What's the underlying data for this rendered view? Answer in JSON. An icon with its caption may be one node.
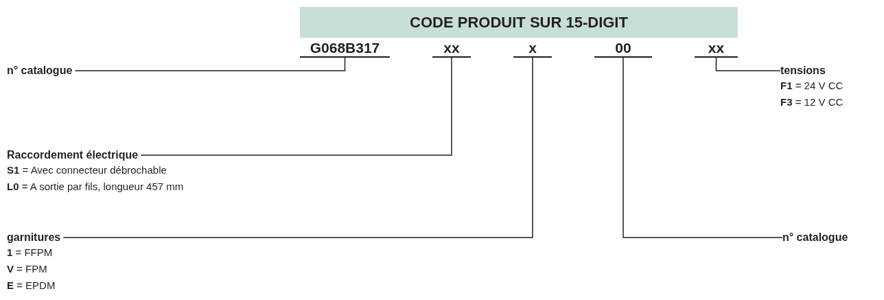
{
  "diagram": {
    "title": "CODE PRODUIT SUR 15-DIGIT",
    "nodes": [
      {
        "text": [
          "G068B317"
        ]
      },
      {
        "text": [
          "xx"
        ]
      },
      {
        "text": [
          "x"
        ]
      },
      {
        "text": [
          "00"
        ]
      },
      {
        "text": [
          "xx"
        ]
      },
      {
        "text": [
          "n° catalogue"
        ]
      },
      {
        "text": [
          "tensions",
          "**F1** = 24 V CC",
          "**F3** = 12 V CC"
        ]
      },
      {
        "text": [
          "Raccordement électrique",
          "**S1** = Avec connecteur débrochable",
          "**L0** = A sortie par fils, longueur 457 mm"
        ]
      },
      {
        "text": [
          "garnitures",
          "**1** = FFPM",
          "**V** = FPM",
          "**E** = EPDM"
        ]
      },
      {
        "text": [
          "n° catalogue"
        ]
      }
    ],
    "edges": [
      {
        "from": 5,
        "to": 0,
        "arrow": "none"
      },
      {
        "from": 6,
        "to": 4,
        "arrow": "none"
      },
      {
        "from": 7,
        "to": 1,
        "arrow": "none"
      },
      {
        "from": 8,
        "to": 2,
        "arrow": "none"
      },
      {
        "from": 9,
        "to": 3,
        "arrow": "none"
      }
    ]
  }
}
